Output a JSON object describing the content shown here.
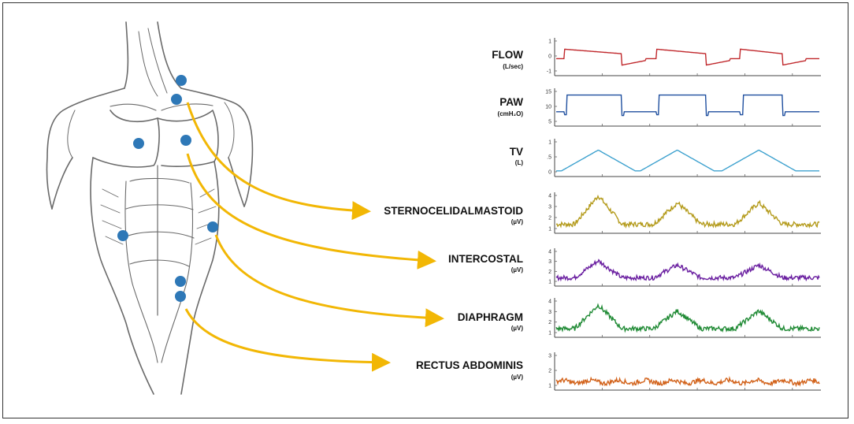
{
  "colors": {
    "arrow": "#f2b705",
    "electrode": "#2e78b7",
    "sketch": "#555555",
    "axis": "#333333"
  },
  "signals": [
    {
      "label": "FLOW",
      "unit": "(L/sec)",
      "color": "#c0282c",
      "ticks": [
        "1",
        "0",
        "-1"
      ],
      "kind": "flow"
    },
    {
      "label": "PAW",
      "unit": "(cmH₂O)",
      "color": "#1f4f9f",
      "ticks": [
        "15",
        "10",
        "5"
      ],
      "kind": "paw"
    },
    {
      "label": "TV",
      "unit": "(L)",
      "color": "#3fa2cf",
      "ticks": [
        "1",
        ".5",
        "0"
      ],
      "kind": "tv"
    },
    {
      "label": "STERNOCELIDALMASTOID",
      "unit": "(µV)",
      "color": "#b49b1c",
      "ticks": [
        "4",
        "3",
        "2",
        "1"
      ],
      "kind": "emg_large"
    },
    {
      "label": "INTERCOSTAL",
      "unit": "(µV)",
      "color": "#6a1fa0",
      "ticks": [
        "4",
        "3",
        "2",
        "1"
      ],
      "kind": "emg_mid"
    },
    {
      "label": "DIAPHRAGM",
      "unit": "(µV)",
      "color": "#1f8a34",
      "ticks": [
        "4",
        "3",
        "2",
        "1"
      ],
      "kind": "emg_dia"
    },
    {
      "label": "RECTUS ABDOMINIS",
      "unit": "(µV)",
      "color": "#d2621a",
      "ticks": [
        "3",
        "2",
        "1"
      ],
      "kind": "emg_flat"
    }
  ]
}
